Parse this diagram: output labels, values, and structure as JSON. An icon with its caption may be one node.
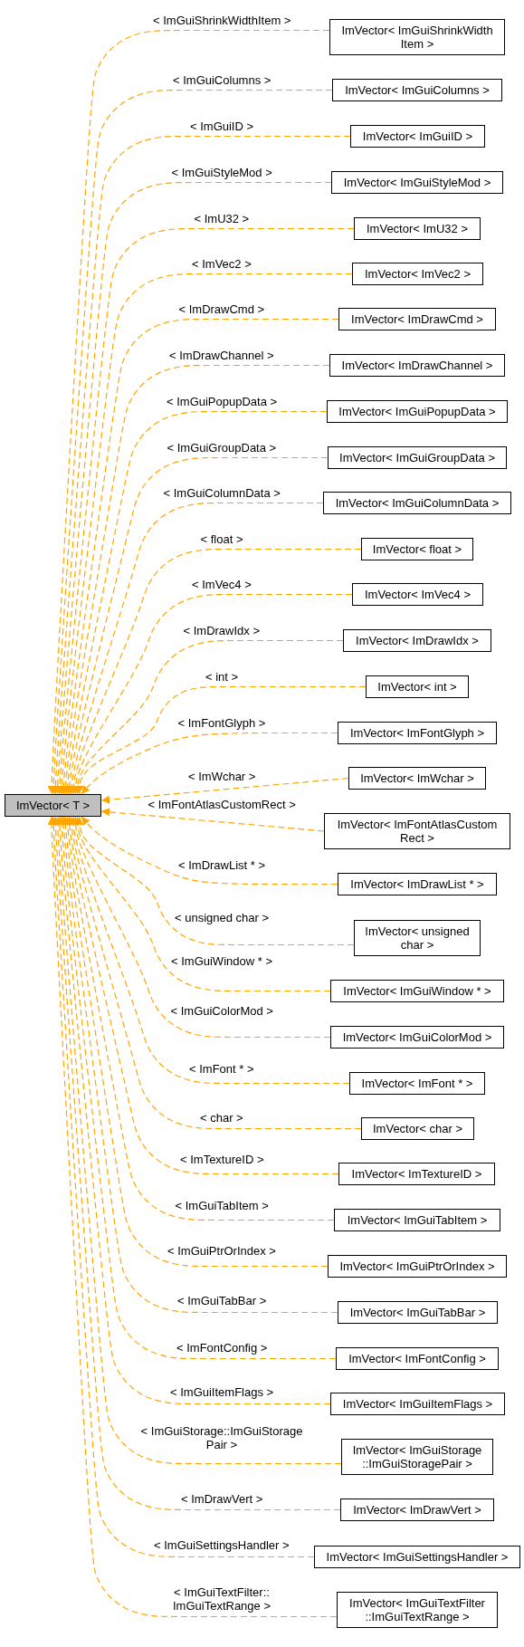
{
  "diagram": {
    "nodes": [
      {
        "text": [
          "ImVector< T >"
        ]
      },
      {
        "text": [
          "ImVector< ImGuiShrinkWidth Item >"
        ]
      },
      {
        "text": [
          "ImVector< ImGuiColumns >"
        ]
      },
      {
        "text": [
          "ImVector< ImGuiID >"
        ]
      },
      {
        "text": [
          "ImVector< ImGuiStyleMod >"
        ]
      },
      {
        "text": [
          "ImVector< ImU32 >"
        ]
      },
      {
        "text": [
          "ImVector< ImVec2 >"
        ]
      },
      {
        "text": [
          "ImVector< ImDrawCmd >"
        ]
      },
      {
        "text": [
          "ImVector< ImDrawChannel >"
        ]
      },
      {
        "text": [
          "ImVector< ImGuiPopupData >"
        ]
      },
      {
        "text": [
          "ImVector< ImGuiGroupData >"
        ]
      },
      {
        "text": [
          "ImVector< ImGuiColumnData >"
        ]
      },
      {
        "text": [
          "ImVector< float >"
        ]
      },
      {
        "text": [
          "ImVector< ImVec4 >"
        ]
      },
      {
        "text": [
          "ImVector< ImDrawIdx >"
        ]
      },
      {
        "text": [
          "ImVector< int >"
        ]
      },
      {
        "text": [
          "ImVector< ImFontGlyph >"
        ]
      },
      {
        "text": [
          "ImVector< ImWchar >"
        ]
      },
      {
        "text": [
          "ImVector< ImFontAtlasCustom Rect >"
        ]
      },
      {
        "text": [
          "ImVector< ImDrawList * >"
        ]
      },
      {
        "text": [
          "ImVector< unsigned char >"
        ]
      },
      {
        "text": [
          "ImVector< ImGuiWindow * >"
        ]
      },
      {
        "text": [
          "ImVector< ImGuiColorMod >"
        ]
      },
      {
        "text": [
          "ImVector< ImFont * >"
        ]
      },
      {
        "text": [
          "ImVector< char >"
        ]
      },
      {
        "text": [
          "ImVector< ImTextureID >"
        ]
      },
      {
        "text": [
          "ImVector< ImGuiTabItem >"
        ]
      },
      {
        "text": [
          "ImVector< ImGuiPtrOrIndex >"
        ]
      },
      {
        "text": [
          "ImVector< ImGuiTabBar >"
        ]
      },
      {
        "text": [
          "ImVector< ImFontConfig >"
        ]
      },
      {
        "text": [
          "ImVector< ImGuiItemFlags >"
        ]
      },
      {
        "text": [
          "ImVector< ImGuiStorage ::ImGuiStoragePair >"
        ]
      },
      {
        "text": [
          "ImVector< ImDrawVert >"
        ]
      },
      {
        "text": [
          "ImVector< ImGuiSettingsHandler >"
        ]
      },
      {
        "text": [
          "ImVector< ImGuiTextFilter ::ImGuiTextRange >"
        ]
      }
    ],
    "edges": [
      {
        "from": 1,
        "to": 0,
        "arrow": "to",
        "label": "< ImGuiShrinkWidthItem >",
        "style": "dashed"
      },
      {
        "from": 2,
        "to": 0,
        "arrow": "to",
        "label": "< ImGuiColumns >",
        "style": "dashed"
      },
      {
        "from": 3,
        "to": 0,
        "arrow": "to",
        "label": "< ImGuiID >",
        "style": "dashed"
      },
      {
        "from": 4,
        "to": 0,
        "arrow": "to",
        "label": "< ImGuiStyleMod >",
        "style": "dashed"
      },
      {
        "from": 5,
        "to": 0,
        "arrow": "to",
        "label": "< ImU32 >",
        "style": "dashed"
      },
      {
        "from": 6,
        "to": 0,
        "arrow": "to",
        "label": "< ImVec2 >",
        "style": "dashed"
      },
      {
        "from": 7,
        "to": 0,
        "arrow": "to",
        "label": "< ImDrawCmd >",
        "style": "dashed"
      },
      {
        "from": 8,
        "to": 0,
        "arrow": "to",
        "label": "< ImDrawChannel >",
        "style": "dashed"
      },
      {
        "from": 9,
        "to": 0,
        "arrow": "to",
        "label": "< ImGuiPopupData >",
        "style": "dashed"
      },
      {
        "from": 10,
        "to": 0,
        "arrow": "to",
        "label": "< ImGuiGroupData >",
        "style": "dashed"
      },
      {
        "from": 11,
        "to": 0,
        "arrow": "to",
        "label": "< ImGuiColumnData >",
        "style": "dashed"
      },
      {
        "from": 12,
        "to": 0,
        "arrow": "to",
        "label": "< float >",
        "style": "dashed"
      },
      {
        "from": 13,
        "to": 0,
        "arrow": "to",
        "label": "< ImVec4 >",
        "style": "dashed"
      },
      {
        "from": 14,
        "to": 0,
        "arrow": "to",
        "label": "< ImDrawIdx >",
        "style": "dashed"
      },
      {
        "from": 15,
        "to": 0,
        "arrow": "to",
        "label": "< int >",
        "style": "dashed"
      },
      {
        "from": 16,
        "to": 0,
        "arrow": "to",
        "label": "< ImFontGlyph >",
        "style": "dashed"
      },
      {
        "from": 17,
        "to": 0,
        "arrow": "to",
        "label": "< ImWchar >",
        "style": "dashed"
      },
      {
        "from": 18,
        "to": 0,
        "arrow": "to",
        "label": "< ImFontAtlasCustomRect >",
        "style": "dashed"
      },
      {
        "from": 19,
        "to": 0,
        "arrow": "to",
        "label": "< ImDrawList * >",
        "style": "dashed"
      },
      {
        "from": 20,
        "to": 0,
        "arrow": "to",
        "label": "< unsigned char >",
        "style": "dashed"
      },
      {
        "from": 21,
        "to": 0,
        "arrow": "to",
        "label": "< ImGuiWindow * >",
        "style": "dashed"
      },
      {
        "from": 22,
        "to": 0,
        "arrow": "to",
        "label": "< ImGuiColorMod >",
        "style": "dashed"
      },
      {
        "from": 23,
        "to": 0,
        "arrow": "to",
        "label": "< ImFont * >",
        "style": "dashed"
      },
      {
        "from": 24,
        "to": 0,
        "arrow": "to",
        "label": "< char >",
        "style": "dashed"
      },
      {
        "from": 25,
        "to": 0,
        "arrow": "to",
        "label": "< ImTextureID >",
        "style": "dashed"
      },
      {
        "from": 26,
        "to": 0,
        "arrow": "to",
        "label": "< ImGuiTabItem >",
        "style": "dashed"
      },
      {
        "from": 27,
        "to": 0,
        "arrow": "to",
        "label": "< ImGuiPtrOrIndex >",
        "style": "dashed"
      },
      {
        "from": 28,
        "to": 0,
        "arrow": "to",
        "label": "< ImGuiTabBar >",
        "style": "dashed"
      },
      {
        "from": 29,
        "to": 0,
        "arrow": "to",
        "label": "< ImFontConfig >",
        "style": "dashed"
      },
      {
        "from": 30,
        "to": 0,
        "arrow": "to",
        "label": "< ImGuiItemFlags >",
        "style": "dashed"
      },
      {
        "from": 31,
        "to": 0,
        "arrow": "to",
        "label": "< ImGuiStorage::ImGuiStorage Pair >",
        "style": "dashed"
      },
      {
        "from": 32,
        "to": 0,
        "arrow": "to",
        "label": "< ImDrawVert >",
        "style": "dashed"
      },
      {
        "from": 33,
        "to": 0,
        "arrow": "to",
        "label": "< ImGuiSettingsHandler >",
        "style": "dashed"
      },
      {
        "from": 34,
        "to": 0,
        "arrow": "to",
        "label": "< ImGuiTextFilter:: ImGuiTextRange >",
        "style": "dashed"
      }
    ]
  }
}
